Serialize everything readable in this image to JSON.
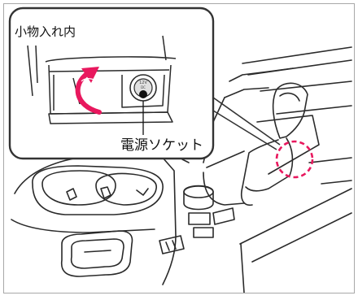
{
  "labels": {
    "compartment": "小物入れ内",
    "socket": "電源ソケット"
  },
  "socket_face_text": {
    "line1": "12V",
    "line2": "DC"
  },
  "colors": {
    "arrow_accent": "#e8185e",
    "highlight_circle": "#e8185e",
    "callout_frame": "#333333",
    "line_art": "#2a2a2a",
    "border": "#a8a8a8"
  }
}
